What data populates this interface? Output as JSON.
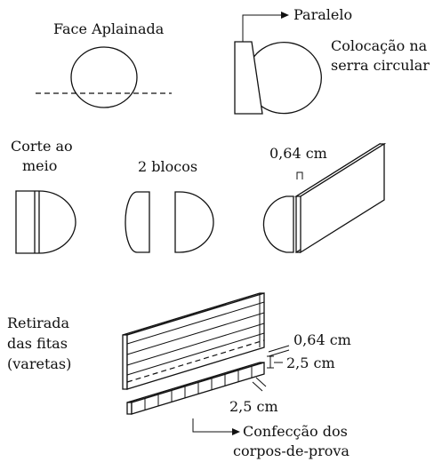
{
  "labels": {
    "face_aplainada": "Face Aplainada",
    "paralelo": "Paralelo",
    "colocacao_l1": "Colocação na",
    "colocacao_l2": "serra circular",
    "corte_l1": "Corte ao",
    "corte_l2": "meio",
    "blocos": "2 blocos",
    "espessura": "0,64 cm",
    "retirada_l1": "Retirada",
    "retirada_l2": "das fitas",
    "retirada_l3": "(varetas)",
    "fita_espessura": "0,64 cm",
    "fita_largura": "2,5 cm",
    "prova_largura": "2,5 cm",
    "confeccao_l1": "Confecção dos",
    "confeccao_l2": "corpos-de-prova"
  },
  "colors": {
    "ink": "#111111",
    "background": "#ffffff"
  }
}
